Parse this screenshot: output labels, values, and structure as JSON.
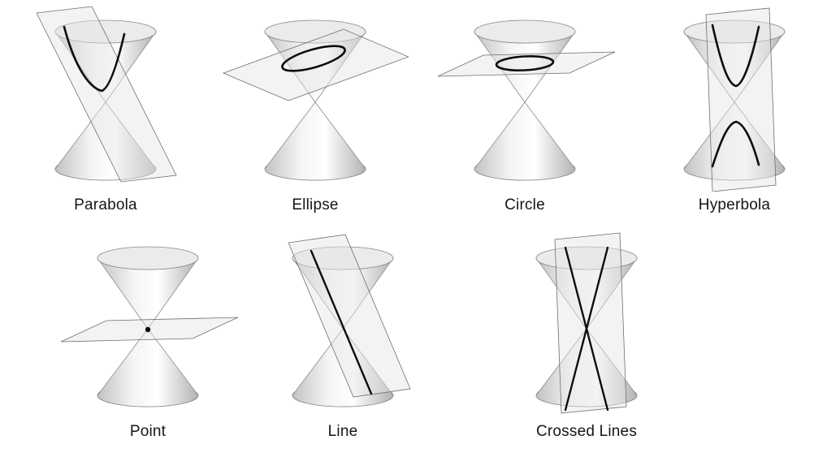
{
  "diagram": {
    "description_colors": {
      "label_text": "#15151e",
      "intersection_curve": "#0d0d0d",
      "cone_outline": "#8a8a8a"
    },
    "figures": {
      "row1": [
        {
          "id": "parabola",
          "label": "Parabola"
        },
        {
          "id": "ellipse",
          "label": "Ellipse"
        },
        {
          "id": "circle",
          "label": "Circle"
        },
        {
          "id": "hyperbola",
          "label": "Hyperbola"
        }
      ],
      "row2": [
        {
          "id": "point",
          "label": "Point"
        },
        {
          "id": "line",
          "label": "Line"
        },
        {
          "id": "crossed-lines",
          "label": "Crossed Lines"
        }
      ]
    }
  }
}
